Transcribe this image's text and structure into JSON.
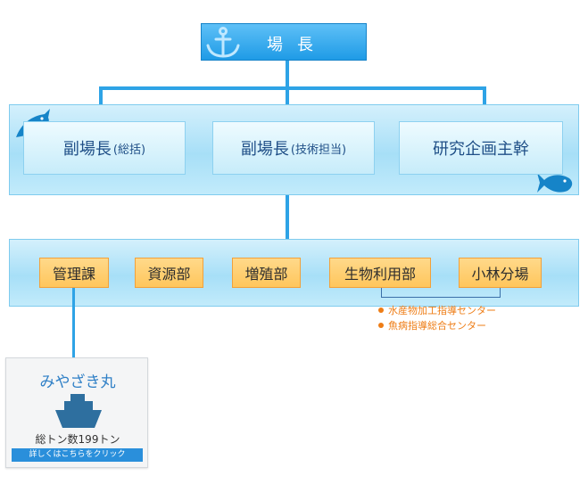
{
  "director": {
    "label": "場長"
  },
  "deputies": [
    {
      "main": "副場長",
      "note": "(総括)"
    },
    {
      "main": "副場長",
      "note": "(技術担当)"
    },
    {
      "main": "研究企画主幹",
      "note": ""
    }
  ],
  "departments": [
    "管理課",
    "資源部",
    "増殖部",
    "生物利用部",
    "小林分場"
  ],
  "sub_centers": [
    "水産物加工指導センター",
    "魚病指導総合センター"
  ],
  "ship_card": {
    "title": "みやざき丸",
    "tonnage": "総トン数199トン",
    "link_label": "詳しくはこちらをクリック"
  },
  "colors": {
    "line": "#2ea3e6",
    "director": "#1f9be6",
    "department": "#ffc65c",
    "sub_center": "#ee7d16",
    "ship": "#2e6f9f"
  }
}
